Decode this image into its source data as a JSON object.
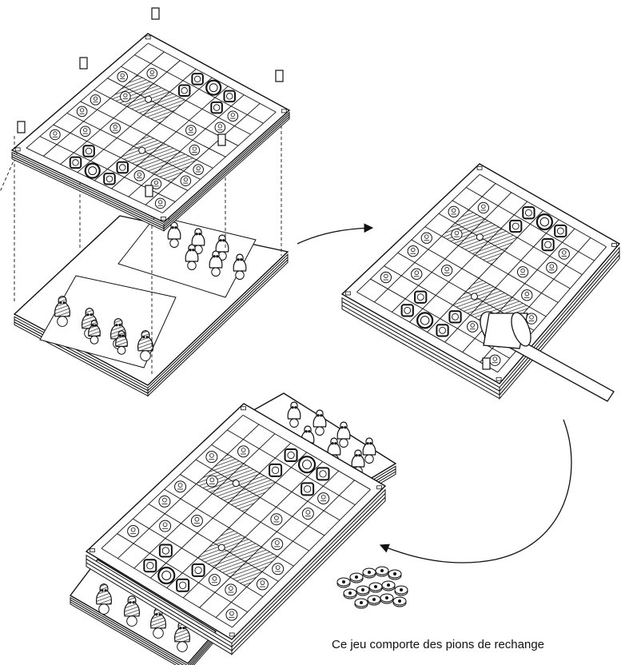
{
  "caption": "Ce jeu comporte des pions de rechange",
  "colors": {
    "ink": "#111111",
    "paper": "#ffffff",
    "hatch": "#222222"
  },
  "icons": [
    "pawn-piece",
    "king-piece",
    "piece-cutout",
    "mallet-icon",
    "arrow-icon",
    "peg"
  ]
}
